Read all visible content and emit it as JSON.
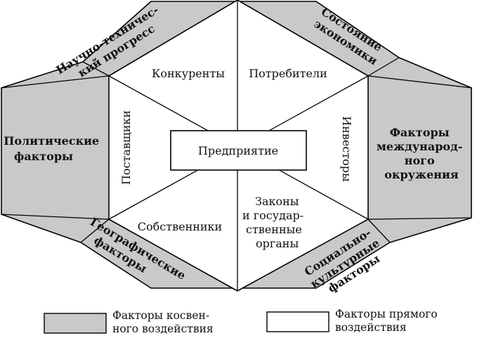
{
  "center": {
    "label": "Предприятие"
  },
  "direct_factors": {
    "competitors": "Конкуренты",
    "consumers": "Потребители",
    "suppliers": "Поставщики",
    "investors": "Инвесторы",
    "owners": "Собственники",
    "laws": [
      "Законы",
      "и государ-",
      "ственные",
      "органы"
    ]
  },
  "indirect_factors": {
    "scientific_progress": [
      "Научно-техничес-",
      "кий прогресс"
    ],
    "economy_state": [
      "Состояние",
      "экономики"
    ],
    "political": [
      "Политические",
      "факторы"
    ],
    "international": [
      "Факторы",
      "международ-",
      "ного",
      "окружения"
    ],
    "geographic": [
      "Географические",
      "факторы"
    ],
    "sociocultural": [
      "Социально-",
      "культурные",
      "факторы"
    ]
  },
  "legend": {
    "indirect": [
      "Факторы косвен-",
      "ного воздействия"
    ],
    "direct": [
      "Факторы прямого",
      "воздействия"
    ]
  },
  "colors": {
    "indirect_fill": "#c9c9c9",
    "direct_fill": "#ffffff",
    "stroke": "#000000"
  }
}
